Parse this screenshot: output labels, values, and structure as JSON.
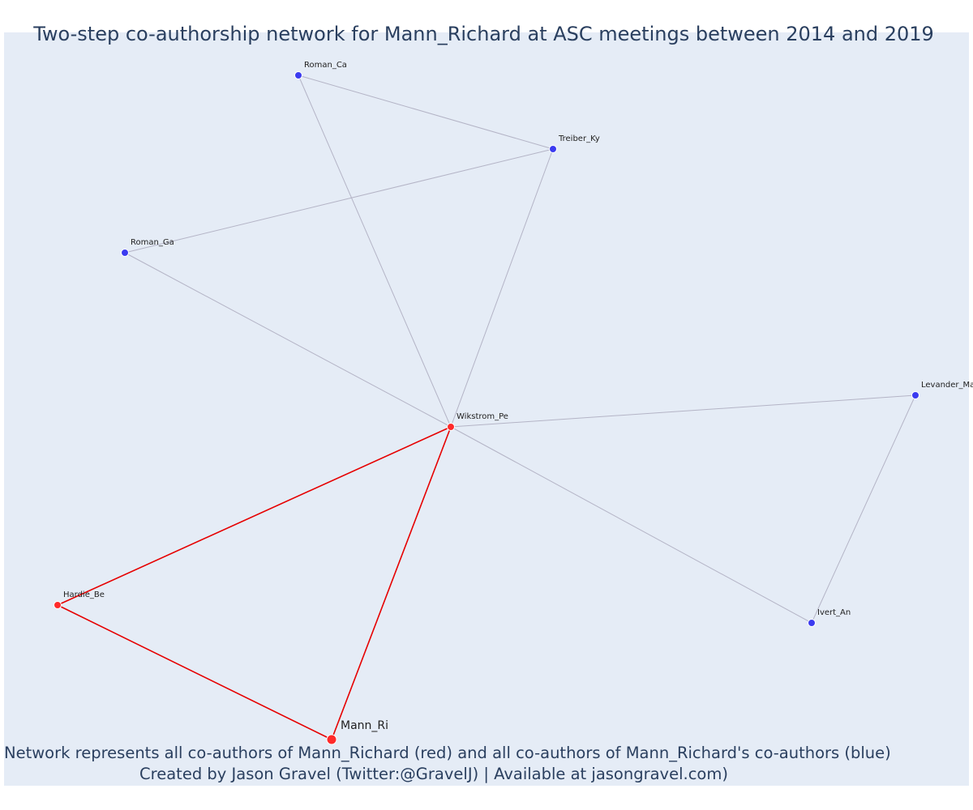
{
  "title": "Two-step co-authorship network for Mann_Richard at ASC meetings between 2014 and 2019",
  "caption_line1": "Network represents all co-authors of Mann_Richard (red) and all co-authors of Mann_Richard's co-authors (blue)",
  "caption_line2": "Created by Jason Gravel (Twitter:@GravelJ) | Available at jasongravel.com)",
  "colors": {
    "background": "#e5ecf6",
    "first_step": "#ff2a2a",
    "second_step": "#3b3bf0",
    "edge_default": "#b4b4c6",
    "edge_focal": "#e60000",
    "text": "#2a3f5f"
  },
  "nodes": [
    {
      "id": "Mann_Ri",
      "group": "focal"
    },
    {
      "id": "Wikstrom_Pe",
      "group": "first_step"
    },
    {
      "id": "Hardie_Be",
      "group": "first_step"
    },
    {
      "id": "Roman_Ca",
      "group": "second_step"
    },
    {
      "id": "Treiber_Ky",
      "group": "second_step"
    },
    {
      "id": "Roman_Ga",
      "group": "second_step"
    },
    {
      "id": "Levander_Ma",
      "group": "second_step"
    },
    {
      "id": "Ivert_An",
      "group": "second_step"
    }
  ],
  "edges": [
    {
      "source": "Mann_Ri",
      "target": "Wikstrom_Pe",
      "focal": true
    },
    {
      "source": "Mann_Ri",
      "target": "Hardie_Be",
      "focal": true
    },
    {
      "source": "Hardie_Be",
      "target": "Wikstrom_Pe",
      "focal": true
    },
    {
      "source": "Wikstrom_Pe",
      "target": "Roman_Ca",
      "focal": false
    },
    {
      "source": "Wikstrom_Pe",
      "target": "Treiber_Ky",
      "focal": false
    },
    {
      "source": "Wikstrom_Pe",
      "target": "Roman_Ga",
      "focal": false
    },
    {
      "source": "Wikstrom_Pe",
      "target": "Levander_Ma",
      "focal": false
    },
    {
      "source": "Wikstrom_Pe",
      "target": "Ivert_An",
      "focal": false
    },
    {
      "source": "Roman_Ca",
      "target": "Treiber_Ky",
      "focal": false
    },
    {
      "source": "Treiber_Ky",
      "target": "Roman_Ga",
      "focal": false
    },
    {
      "source": "Levander_Ma",
      "target": "Ivert_An",
      "focal": false
    }
  ]
}
